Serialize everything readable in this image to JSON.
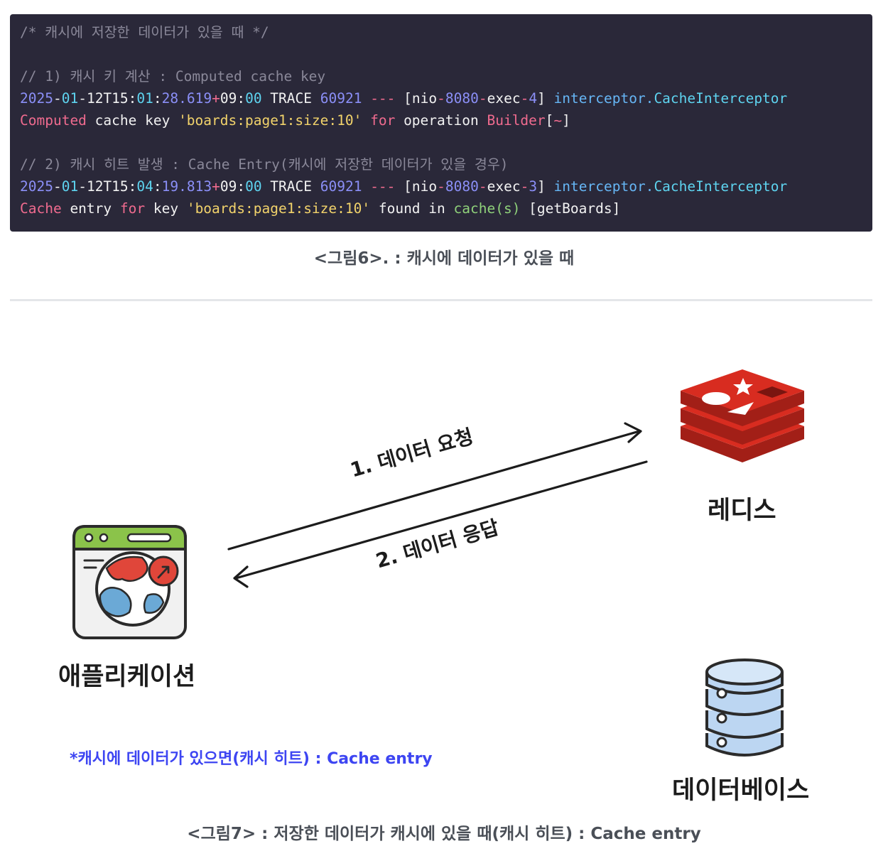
{
  "code": {
    "comment_title": "/* 캐시에 저장한 데이터가 있을 때 */",
    "line1_comment": "// 1) 캐시 키 계산 : Computed cache key",
    "line1": {
      "date_prefix": "2025",
      "date_dash1": "-",
      "date_month": "01",
      "date_dash2": "-",
      "date_day": "12T15",
      "colon1": ":",
      "minute": "01",
      "colon2": ":",
      "seconds": "28.619",
      "plus": "+",
      "tz_hour": "09",
      "colon3": ":",
      "tz_min": "00",
      "level": " TRACE ",
      "pid": "60921",
      "sep": " --- ",
      "thread_open": "[nio",
      "thread_dash1": "-",
      "thread_port": "8080",
      "thread_dash2": "-",
      "thread_exec": "exec",
      "thread_dash3": "-",
      "thread_num": "4",
      "thread_close": "] ",
      "logger_pkg": "interceptor.",
      "logger_cls": "CacheInterceptor"
    },
    "line1_msg": {
      "w1": "Computed",
      "w2": " cache key ",
      "key": "'boards:page1:size:10'",
      "w3": " ",
      "kw_for": "for",
      "w4": " operation ",
      "builder": "Builder",
      "br_open": "[",
      "tilde": "~",
      "br_close": "]"
    },
    "line2_comment": "// 2) 캐시 히트 발생 : Cache Entry(캐시에 저장한 데이터가 있을 경우)",
    "line2": {
      "date_prefix": "2025",
      "date_dash1": "-",
      "date_month": "01",
      "date_dash2": "-",
      "date_day": "12T15",
      "colon1": ":",
      "minute": "04",
      "colon2": ":",
      "seconds": "19.813",
      "plus": "+",
      "tz_hour": "09",
      "colon3": ":",
      "tz_min": "00",
      "level": " TRACE ",
      "pid": "60921",
      "sep": " --- ",
      "thread_open": "[nio",
      "thread_dash1": "-",
      "thread_port": "8080",
      "thread_dash2": "-",
      "thread_exec": "exec",
      "thread_dash3": "-",
      "thread_num": "3",
      "thread_close": "] ",
      "logger_pkg": "interceptor.",
      "logger_cls": "CacheInterceptor"
    },
    "line2_msg": {
      "w1": "Cache",
      "w2": " entry ",
      "kw_for": "for",
      "w3": " key ",
      "key": "'boards:page1:size:10'",
      "w4": " found in ",
      "cache": "cache(s)",
      "w5": " [getBoards]"
    }
  },
  "caption6": "<그림6>. : 캐시에 데이터가 있을 때",
  "diagram": {
    "arrow_request_label": "1. 데이터 요청",
    "arrow_response_label": "2. 데이터 응답",
    "redis_label": "레디스",
    "app_label": "애플리케이션",
    "db_label": "데이터베이스",
    "note": "*캐시에 데이터가 있으면(캐시 히트) : Cache entry",
    "colors": {
      "redis_red": "#d82c20",
      "note_blue": "#3d45f2",
      "app_green": "#8bc34a",
      "db_blue": "#bcd6f2"
    }
  },
  "caption7": "<그림7> : 저장한 데이터가 캐시에 있을 때(캐시 히트) : Cache entry"
}
